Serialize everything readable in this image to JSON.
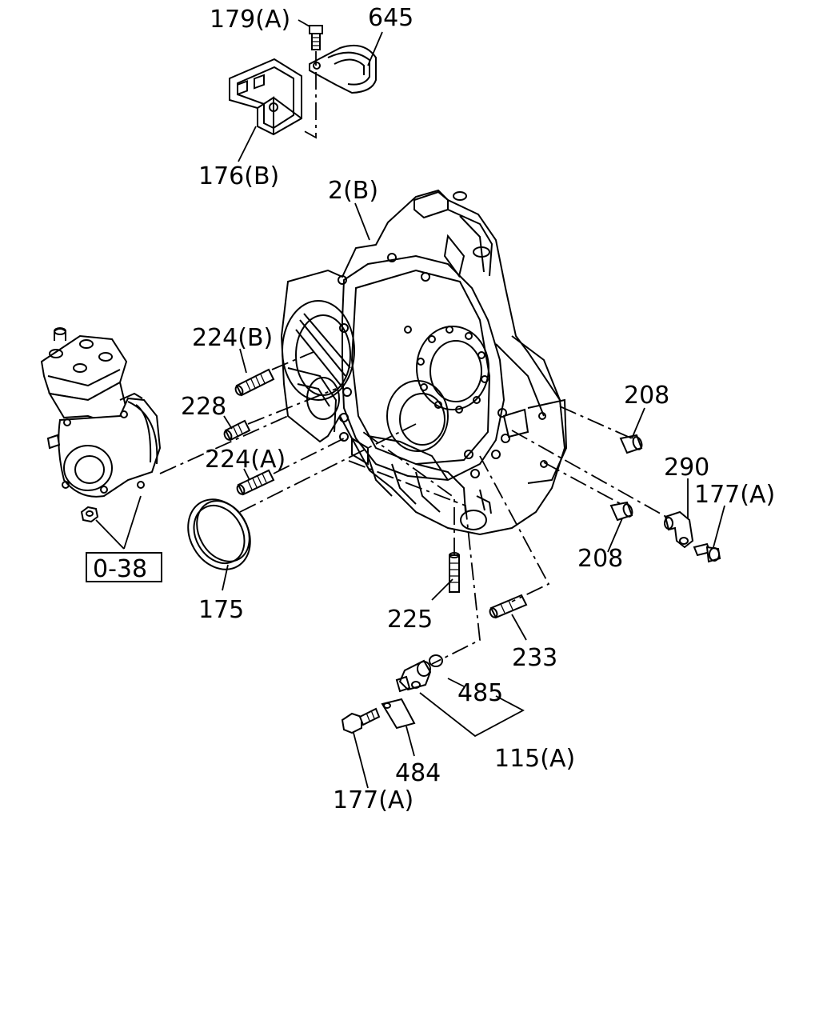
{
  "labels": {
    "p179a_top": "179(A)",
    "p645": "645",
    "p176b": "176(B)",
    "p2b": "2(B)",
    "p224b": "224(B)",
    "p228": "228",
    "p224a": "224(A)",
    "p208_upper": "208",
    "p290": "290",
    "p177a_right": "177(A)",
    "p208_lower": "208",
    "p038": "0-38",
    "p175": "175",
    "p225": "225",
    "p233": "233",
    "p485": "485",
    "p115a": "115(A)",
    "p484": "484",
    "p177a_bottom": "177(A)"
  }
}
